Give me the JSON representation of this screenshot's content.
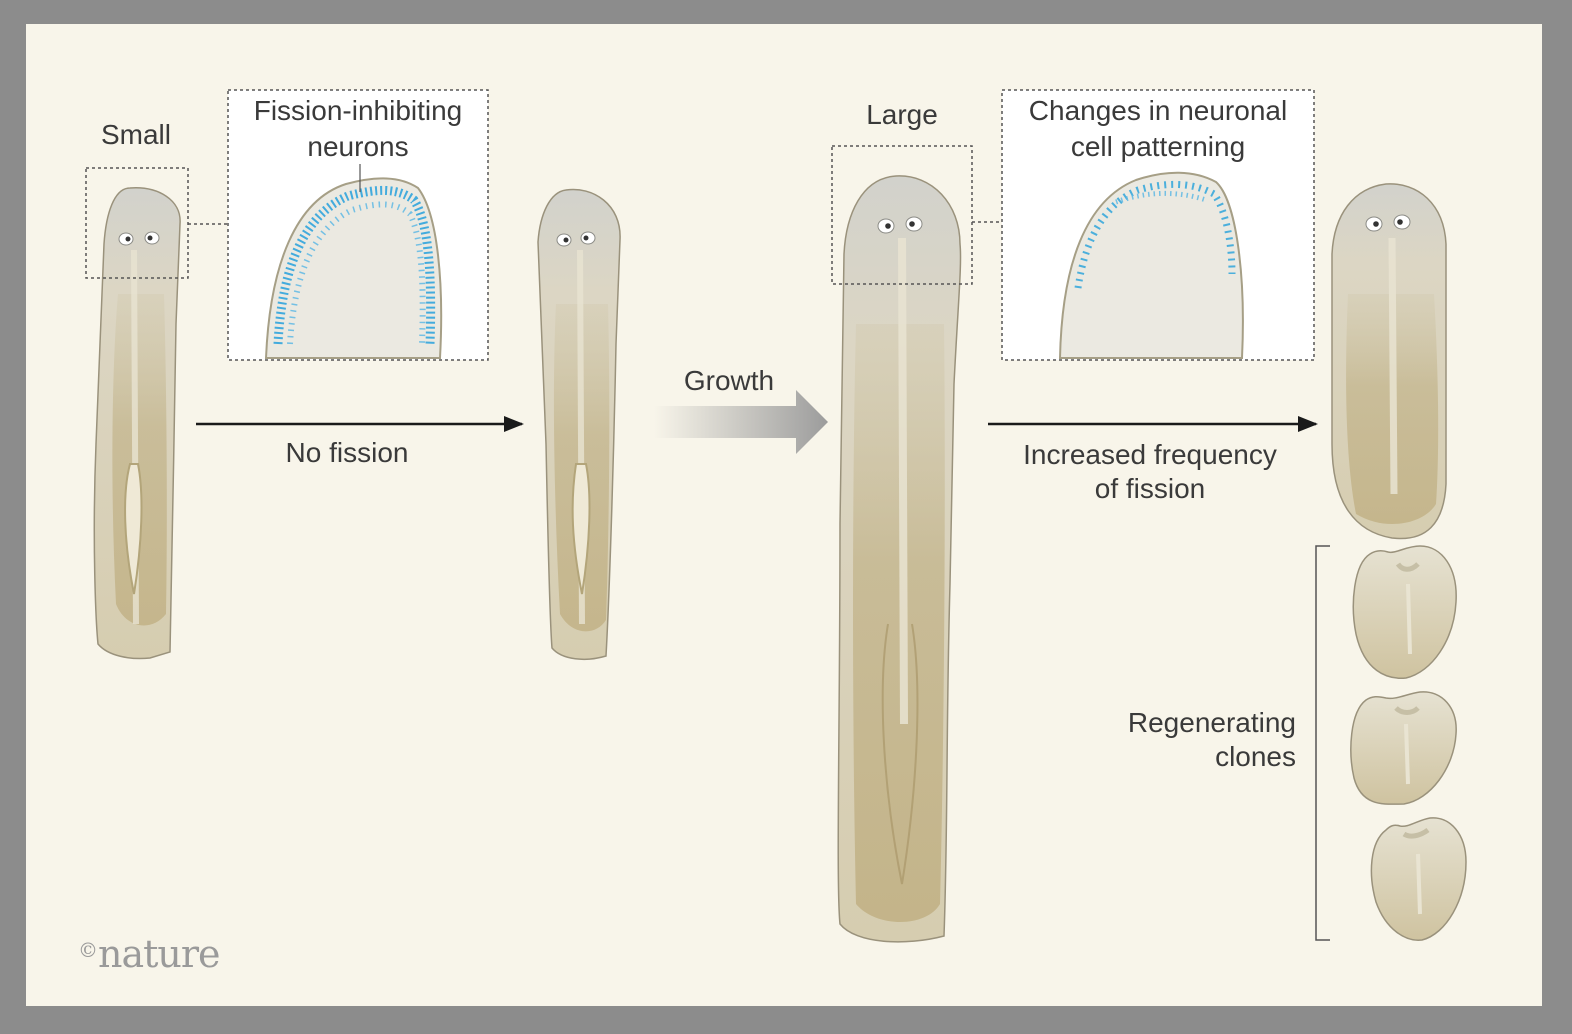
{
  "figure": {
    "brand": "nature",
    "brand_mark": "©",
    "colors": {
      "background": "#f8f5ea",
      "frame": "#8c8c8c",
      "worm_body": "#dcd4bd",
      "worm_gut": "#c4b68e",
      "worm_head": "#c9c9c4",
      "neurons": "#3aa8dc",
      "inset_fill": "#ebe9e1",
      "arrow": "#1a1a1a"
    }
  },
  "labels": {
    "small": "Small",
    "large": "Large",
    "inset_small_line1": "Fission-inhibiting",
    "inset_small_line2": "neurons",
    "inset_large_line1": "Changes in neuronal",
    "inset_large_line2": "cell patterning",
    "no_fission": "No fission",
    "growth": "Growth",
    "increased_line1": "Increased frequency",
    "increased_line2": "of fission",
    "clones_line1": "Regenerating",
    "clones_line2": "clones"
  }
}
